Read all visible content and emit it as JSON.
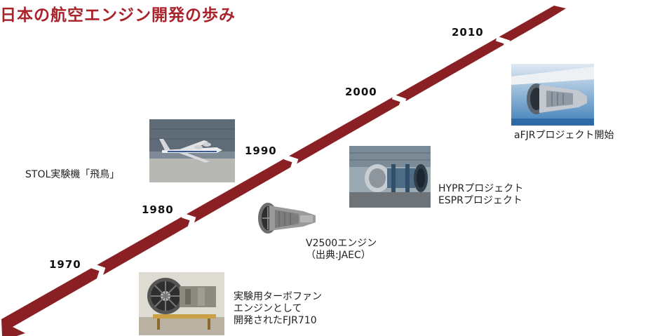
{
  "title": "日本の航空エンジン開発の歩み",
  "timeline": {
    "color": "#8a1f24",
    "chevron_color": "#ffffff",
    "years": [
      "1970",
      "1980",
      "1990",
      "2000",
      "2010"
    ]
  },
  "events": {
    "fjr710": [
      "実験用ターボファン",
      "エンジンとして",
      "開発されたFJR710"
    ],
    "asuka": "STOL実験機「飛鳥」",
    "v2500": [
      "V2500エンジン",
      "（出典:JAEC）"
    ],
    "hypr": [
      "HYPRプロジェクト",
      "ESPRプロジェクト"
    ],
    "afjr": "aFJRプロジェクト開始"
  },
  "images": {
    "fjr710": "fjr710-engine-on-stand-photo",
    "asuka": "asuka-stol-aircraft-photo",
    "v2500": "v2500-engine-cutaway-illustration",
    "hypr": "hypr-engine-test-facility-photo",
    "afjr": "afjr-engine-on-wing-illustration"
  }
}
